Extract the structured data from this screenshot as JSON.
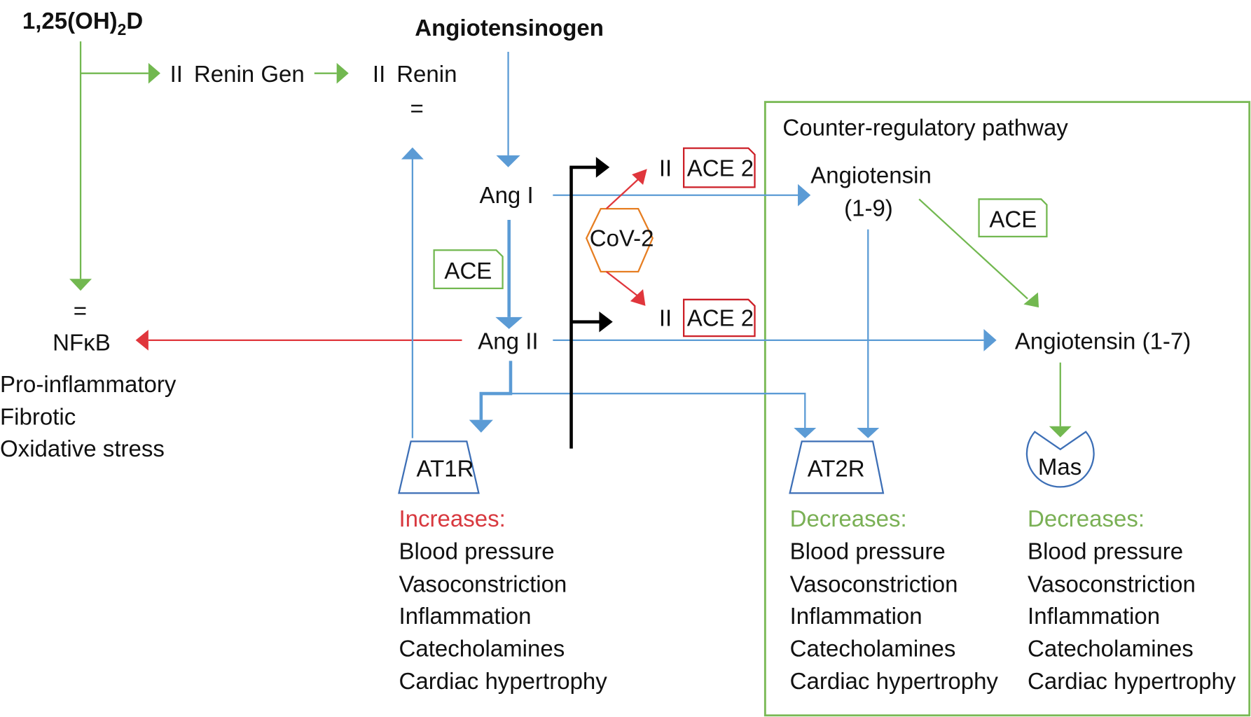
{
  "title": "Renin-angiotensin system, vitamin D and SARS-CoV-2 pathway diagram",
  "colors": {
    "blue_arrow": "#5b9bd5",
    "green_arrow": "#72b850",
    "red_arrow": "#e0363c",
    "black_arrow": "#000000",
    "covid_hexagon": "#e67e22",
    "increases_label": "#d8393f",
    "decreases_label": "#7ab055",
    "ace2_box": "#cc1f27",
    "ace_box": "#72b850",
    "receptor_outline": "#3d6fb6",
    "counter_pathway_box": "#7ab955"
  },
  "nodes": {
    "vitamin_d": {
      "prefix": "1,25(OH)",
      "subscript": "2",
      "suffix": "D"
    },
    "renin_gen": {
      "marker": "II",
      "label": "Renin Gen"
    },
    "renin": {
      "marker": "II",
      "label": "Renin",
      "equals": "="
    },
    "angiotensinogen": "Angiotensinogen",
    "ang_i": "Ang I",
    "ang_ii": "Ang II",
    "nfkb": {
      "equals": "=",
      "label": "NFκB"
    },
    "nfkb_effects": [
      "Pro-inflammatory",
      "Fibrotic",
      "Oxidative stress"
    ],
    "ace_left": "ACE",
    "cov2": "CoV-2",
    "ace2_top": {
      "marker": "II",
      "label": "ACE 2"
    },
    "ace2_bottom": {
      "marker": "II",
      "label": "ACE 2"
    },
    "counter_pathway_title": "Counter-regulatory pathway",
    "angiotensin_1_9": {
      "line1": "Angiotensin",
      "line2": "(1-9)"
    },
    "ace_right": "ACE",
    "angiotensin_1_7": "Angiotensin (1-7)",
    "at1r": "AT1R",
    "at2r": "AT2R",
    "mas": "Mas"
  },
  "effects": {
    "at1r": {
      "heading": "Increases:",
      "items": [
        "Blood pressure",
        "Vasoconstriction",
        "Inflammation",
        "Catecholamines",
        "Cardiac hypertrophy"
      ]
    },
    "at2r": {
      "heading": "Decreases:",
      "items": [
        "Blood pressure",
        "Vasoconstriction",
        "Inflammation",
        "Catecholamines",
        "Cardiac hypertrophy"
      ]
    },
    "mas": {
      "heading": "Decreases:",
      "items": [
        "Blood pressure",
        "Vasoconstriction",
        "Inflammation",
        "Catecholamines",
        "Cardiac hypertrophy"
      ]
    }
  }
}
